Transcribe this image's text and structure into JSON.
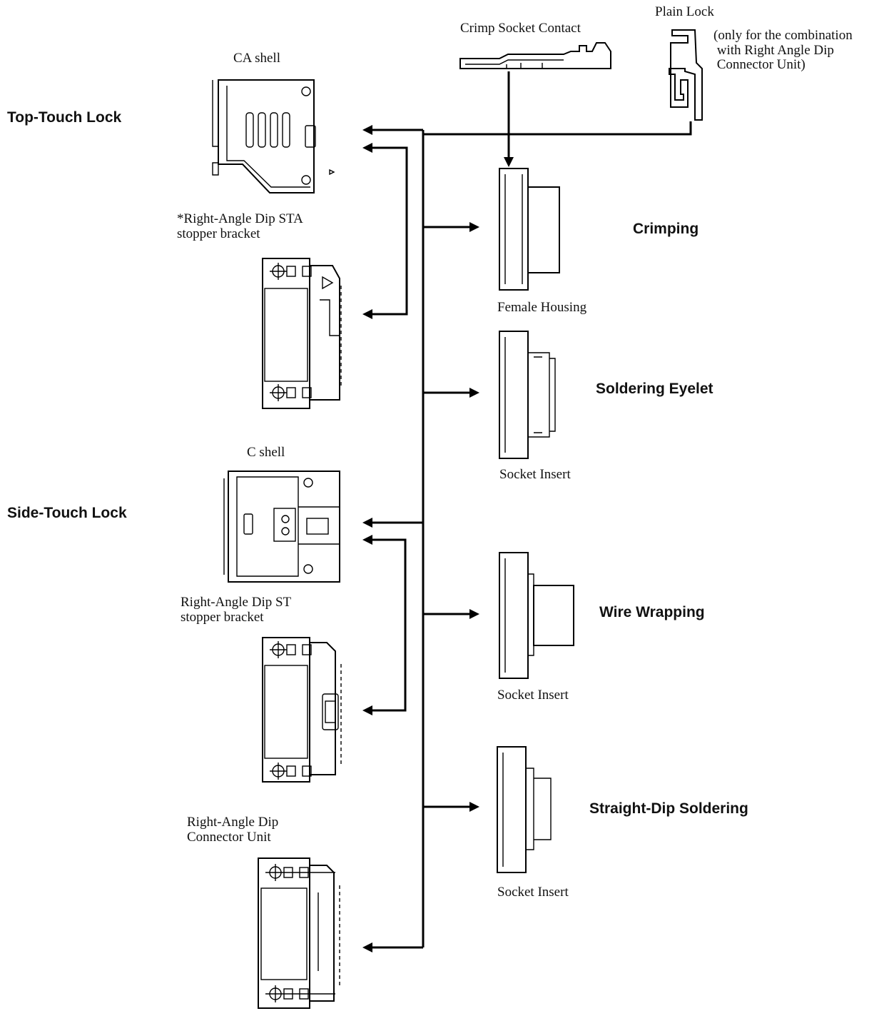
{
  "categories": {
    "top_touch_lock": "Top-Touch Lock",
    "side_touch_lock": "Side-Touch Lock"
  },
  "left_parts": {
    "ca_shell": "CA shell",
    "right_angle_sta": "*Right-Angle Dip STA\nstopper bracket",
    "c_shell": "C shell",
    "right_angle_st": "Right-Angle Dip ST\nstopper bracket",
    "right_angle_unit": "Right-Angle Dip\nConnector Unit"
  },
  "top_parts": {
    "crimp_contact": "Crimp Socket Contact",
    "plain_lock": "Plain Lock",
    "plain_lock_note": "(only for the combination\n with Right Angle Dip\n Connector Unit)"
  },
  "right_parts": {
    "female_housing": "Female Housing",
    "socket_insert_1": "Socket Insert",
    "socket_insert_2": "Socket Insert",
    "socket_insert_3": "Socket Insert"
  },
  "methods": {
    "crimping": "Crimping",
    "soldering_eyelet": "Soldering Eyelet",
    "wire_wrapping": "Wire Wrapping",
    "straight_dip": "Straight-Dip Soldering"
  }
}
